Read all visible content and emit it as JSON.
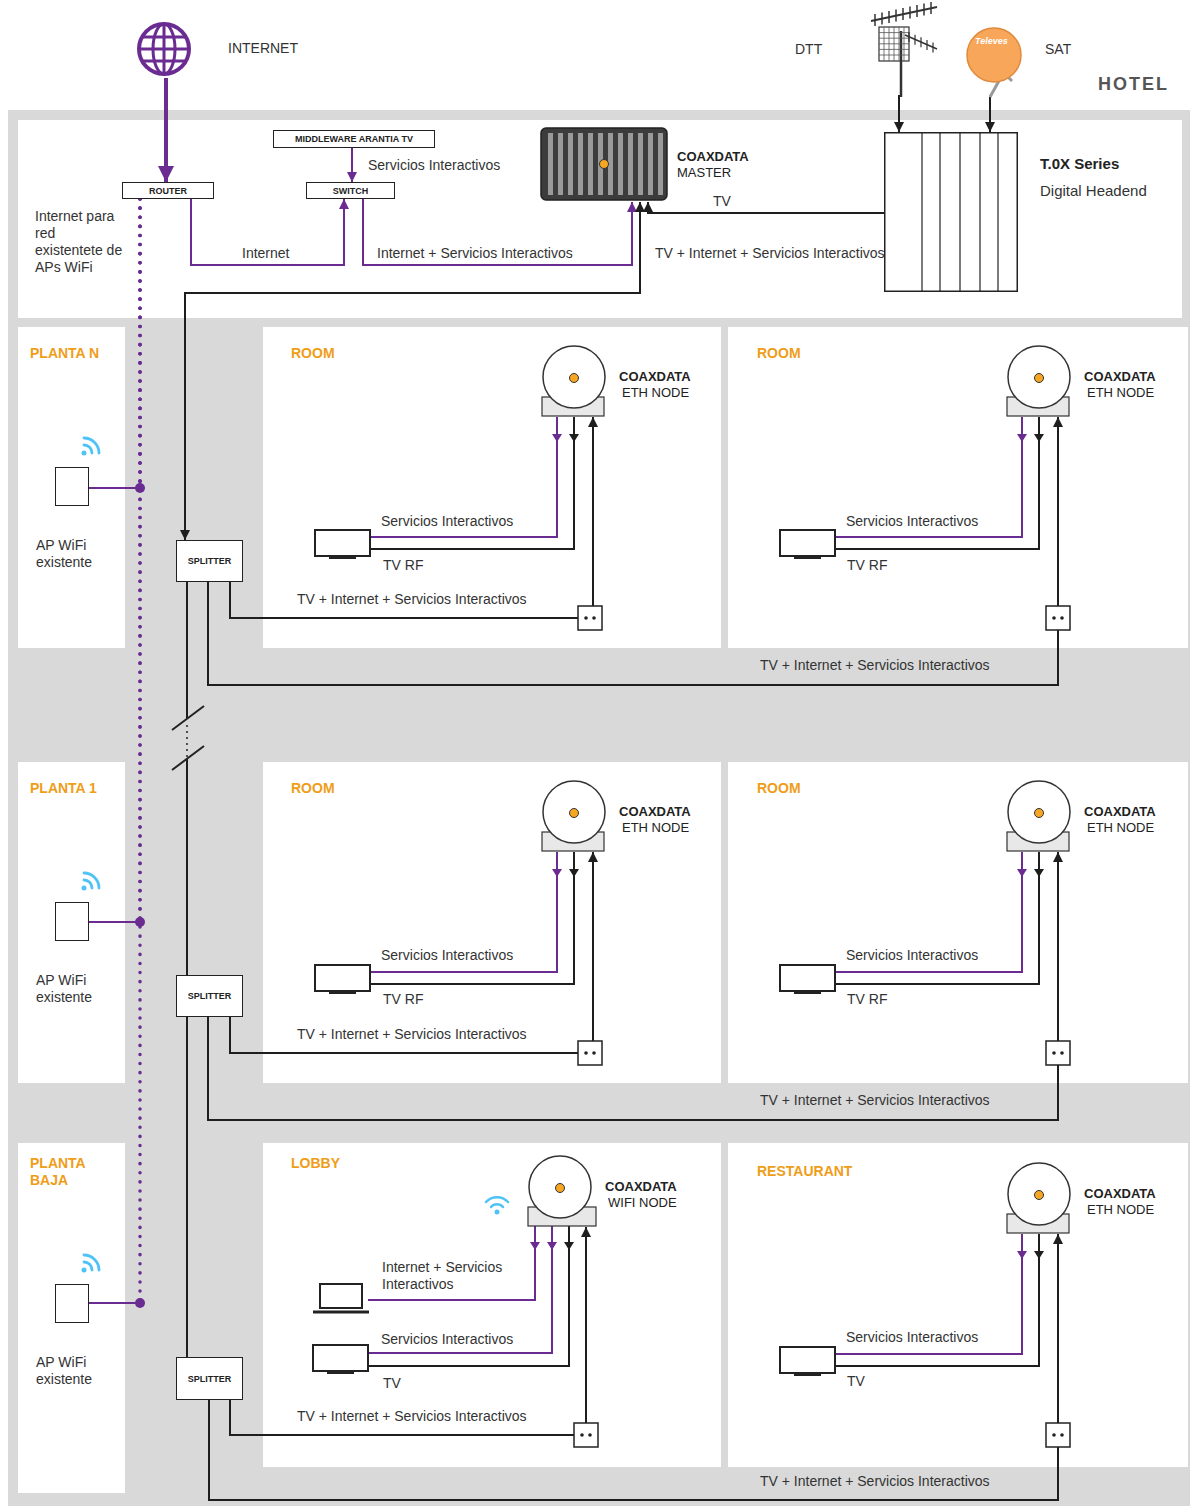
{
  "diagram": {
    "nodes": [
      {
        "text": [
          "INTERNET"
        ]
      },
      {
        "text": [
          "DTT"
        ]
      },
      {
        "text": [
          "SAT"
        ]
      },
      {
        "text": [
          "HOTEL"
        ]
      },
      {
        "text": [
          "ROUTER"
        ],
        "in": 3
      },
      {
        "text": [
          "MIDDLEWARE ARANTIA TV"
        ],
        "in": 3
      },
      {
        "text": [
          "SWITCH"
        ],
        "in": 3
      },
      {
        "text": [
          "COAXDATA",
          "MASTER"
        ],
        "in": 3
      },
      {
        "text": [
          "T.0X Series",
          "Digital Headend"
        ],
        "in": 3
      },
      {
        "text": [
          "PLANTA N"
        ],
        "in": 3
      },
      {
        "text": [
          "AP WiFi existente"
        ],
        "in": 9
      },
      {
        "text": [
          "SPLITTER"
        ],
        "in": 3
      },
      {
        "text": [
          "ROOM"
        ],
        "in": 3
      },
      {
        "text": [
          "COAXDATA",
          "ETH NODE"
        ],
        "in": 12
      },
      {
        "text": [
          "ROOM"
        ],
        "in": 3
      },
      {
        "text": [
          "COAXDATA",
          "ETH NODE"
        ],
        "in": 14
      },
      {
        "text": [
          "PLANTA 1"
        ],
        "in": 3
      },
      {
        "text": [
          "AP WiFi existente"
        ],
        "in": 16
      },
      {
        "text": [
          "SPLITTER"
        ],
        "in": 3
      },
      {
        "text": [
          "ROOM"
        ],
        "in": 3
      },
      {
        "text": [
          "COAXDATA",
          "ETH NODE"
        ],
        "in": 19
      },
      {
        "text": [
          "ROOM"
        ],
        "in": 3
      },
      {
        "text": [
          "COAXDATA",
          "ETH NODE"
        ],
        "in": 21
      },
      {
        "text": [
          "PLANTA BAJA"
        ],
        "in": 3
      },
      {
        "text": [
          "AP WiFi existente"
        ],
        "in": 23
      },
      {
        "text": [
          "SPLITTER"
        ],
        "in": 3
      },
      {
        "text": [
          "LOBBY"
        ],
        "in": 3
      },
      {
        "text": [
          "COAXDATA",
          "WIFI NODE"
        ],
        "in": 26
      },
      {
        "text": [
          "RESTAURANT"
        ],
        "in": 3
      },
      {
        "text": [
          "COAXDATA",
          "ETH NODE"
        ],
        "in": 28
      }
    ],
    "edges": [
      {
        "from": 0,
        "to": 4,
        "arrow": "to"
      },
      {
        "from": 1,
        "to": 8,
        "arrow": "to"
      },
      {
        "from": 2,
        "to": 8,
        "arrow": "to"
      },
      {
        "from": 8,
        "to": 7,
        "label": "TV",
        "arrow": "to"
      },
      {
        "from": 5,
        "to": 6,
        "label": "Servicios Interactivos",
        "arrow": "to"
      },
      {
        "from": 4,
        "to": 6,
        "label": "Internet",
        "arrow": "to"
      },
      {
        "from": 6,
        "to": 7,
        "label": "Internet + Servicios Interactivos",
        "arrow": "to"
      },
      {
        "from": 7,
        "to": 11,
        "label": "TV + Internet + Servicios Interactivos",
        "arrow": "both"
      },
      {
        "from": 11,
        "to": 18,
        "arrow": "none"
      },
      {
        "from": 18,
        "to": 25,
        "arrow": "none"
      },
      {
        "from": 11,
        "to": 13,
        "label": "TV + Internet + Servicios Interactivos",
        "arrow": "to"
      },
      {
        "from": 11,
        "to": 15,
        "label": "TV + Internet + Servicios Interactivos",
        "arrow": "to"
      },
      {
        "from": 18,
        "to": 20,
        "label": "TV + Internet + Servicios Interactivos",
        "arrow": "to"
      },
      {
        "from": 18,
        "to": 22,
        "label": "TV + Internet + Servicios Interactivos",
        "arrow": "to"
      },
      {
        "from": 25,
        "to": 27,
        "label": "TV + Internet + Servicios Interactivos",
        "arrow": "to"
      },
      {
        "from": 25,
        "to": 29,
        "label": "TV + Internet + Servicios Interactivos",
        "arrow": "to"
      },
      {
        "from": 4,
        "to": 10,
        "arrow": "none"
      },
      {
        "from": 4,
        "to": 17,
        "arrow": "none"
      },
      {
        "from": 4,
        "to": 24,
        "arrow": "none"
      }
    ],
    "labels": [
      "Internet para red existentete de APs WiFi",
      "Servicios Interactivos",
      "TV RF",
      "Servicios Interactivos",
      "TV RF",
      "Servicios Interactivos",
      "TV RF",
      "Servicios Interactivos",
      "TV RF",
      "Internet + Servicios Interactivos",
      "Servicios Interactivos",
      "TV",
      "Servicios Interactivos",
      "TV",
      "Televes"
    ]
  }
}
